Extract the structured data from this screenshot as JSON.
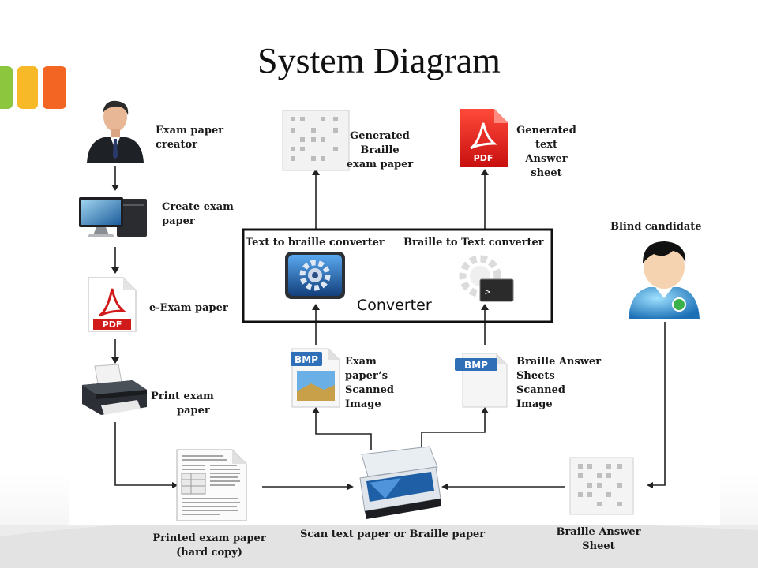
{
  "title": "System Diagram",
  "accent_colors": {
    "green": "#8cc63f",
    "yellow": "#f7b928",
    "orange": "#f26522"
  },
  "nodes": {
    "exam_creator": {
      "lines": [
        "Exam paper",
        "creator"
      ],
      "icon": "businessman-icon"
    },
    "create_exam": {
      "lines": [
        "Create exam",
        "paper"
      ],
      "icon": "desktop-computer-icon"
    },
    "e_exam": {
      "lines": [
        "e-Exam paper"
      ],
      "icon": "pdf-file-icon",
      "badge": "PDF"
    },
    "print_exam": {
      "lines": [
        "Print exam",
        "paper"
      ],
      "icon": "printer-icon"
    },
    "printed_paper": {
      "lines": [
        "Printed exam paper",
        "(hard copy)"
      ],
      "icon": "printed-document-icon"
    },
    "scanner": {
      "lines": [
        "Scan text paper or Braille paper"
      ],
      "icon": "flatbed-scanner-icon"
    },
    "braille_answer_sheet": {
      "lines": [
        "Braille Answer",
        "Sheet"
      ],
      "icon": "braille-sheet-icon"
    },
    "blind_candidate": {
      "lines": [
        "Blind candidate"
      ],
      "icon": "user-avatar-icon"
    },
    "scanned_exam": {
      "lines": [
        "Exam",
        "paper’s",
        "Scanned",
        "Image"
      ],
      "icon": "bmp-image-icon",
      "badge": "BMP"
    },
    "scanned_answer": {
      "lines": [
        "Braille Answer",
        "Sheets",
        "Scanned",
        "Image"
      ],
      "icon": "bmp-file-icon",
      "badge": "BMP"
    },
    "generated_braille": {
      "lines": [
        "Generated",
        "Braille",
        "exam paper"
      ],
      "icon": "braille-sheet-icon"
    },
    "generated_text": {
      "lines": [
        "Generated",
        "text",
        "Answer",
        "sheet"
      ],
      "icon": "pdf-file-icon",
      "badge": "PDF"
    }
  },
  "converter": {
    "label": "Converter",
    "left_label": "Text to braille converter",
    "right_label": "Braille to Text converter",
    "left_icon": "gear-app-icon",
    "right_icon": "terminal-gear-icon"
  }
}
